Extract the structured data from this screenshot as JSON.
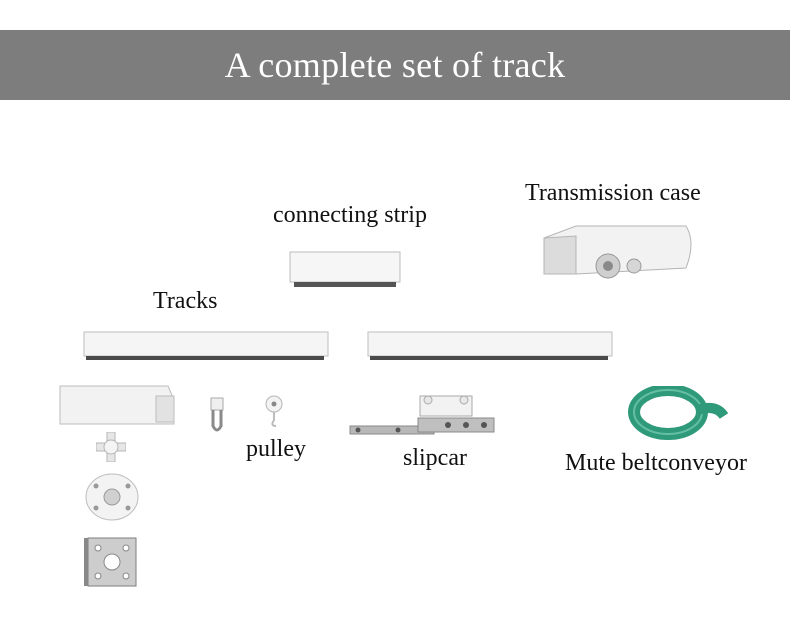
{
  "banner": {
    "title": "A complete set of track",
    "color": "#7d7d7d"
  },
  "labels": {
    "transmission_case": "Transmission case",
    "connecting_strip": "connecting strip",
    "tracks": "Tracks",
    "pulley": "pulley",
    "slipcar": "slipcar",
    "belt": "Mute beltconveyor"
  },
  "colors": {
    "belt_green": "#2e9a7a",
    "metal": "#b8b8b8",
    "white_part": "#f4f4f4"
  }
}
